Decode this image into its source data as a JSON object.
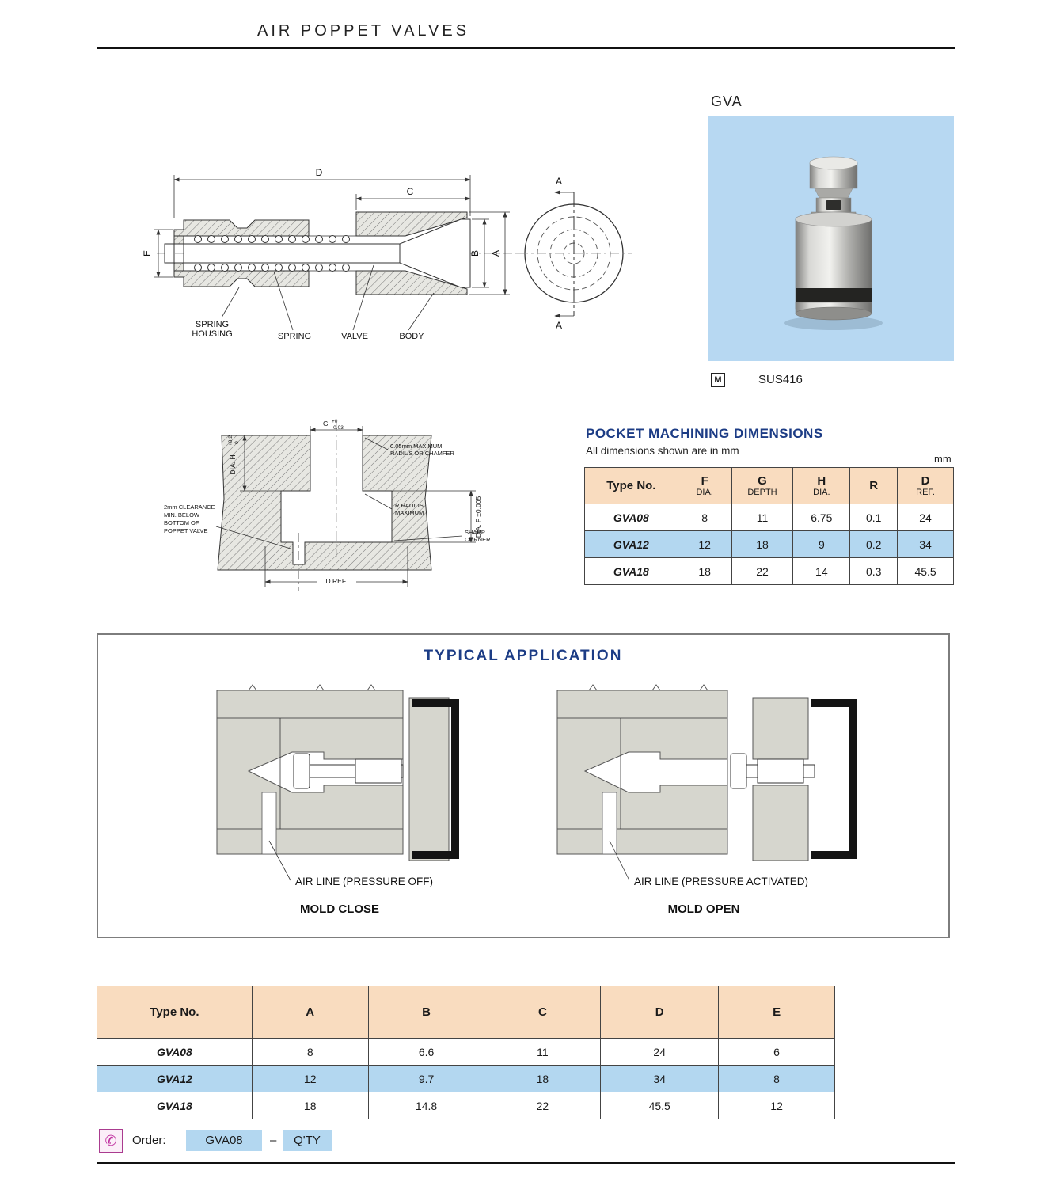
{
  "page": {
    "title": "AIR POPPET VALVES"
  },
  "product": {
    "code": "GVA",
    "material_mark": "M",
    "material": "SUS416"
  },
  "colors": {
    "table_header_bg": "#f9dcbf",
    "highlight_row_bg": "#b3d7f0",
    "photo_bg": "#b7d8f2",
    "heading_blue": "#1c3c85",
    "order_accent": "#bf2f9f"
  },
  "valve_drawing": {
    "dim_d": "D",
    "dim_c": "C",
    "dim_e": "E",
    "dim_b": "B",
    "dim_a": "A",
    "section_a": "A",
    "label_spring_housing_1": "SPRING",
    "label_spring_housing_2": "HOUSING",
    "label_spring": "SPRING",
    "label_valve": "VALVE",
    "label_body": "BODY"
  },
  "pocket_drawing": {
    "g_label": "G",
    "g_upper": "+0",
    "g_lower": "-0.03",
    "chamfer_1": "0.05mm MAXIMUM",
    "chamfer_2": "RADIUS OR CHAMFER",
    "dia_h": "DIA. H",
    "dia_h_upper": "+0.2",
    "dia_h_lower": "-0",
    "radius_1": "R RADIUS",
    "radius_2": "MAXIMUM",
    "dia_f": "DIA. F ±0.005",
    "clearance_1": "2mm CLEARANCE",
    "clearance_2": "MIN. BELOW",
    "clearance_3": "BOTTOM OF",
    "clearance_4": "POPPET VALVE",
    "sharp_1": "SHARP",
    "sharp_2": "CORNER",
    "d_ref": "D REF."
  },
  "pocket_table": {
    "title": "POCKET MACHINING DIMENSIONS",
    "subtitle": "All dimensions shown are in mm",
    "unit": "mm",
    "col0": "Type No.",
    "cols": [
      {
        "main": "F",
        "sub": "DIA."
      },
      {
        "main": "G",
        "sub": "DEPTH"
      },
      {
        "main": "H",
        "sub": "DIA."
      },
      {
        "main": "R",
        "sub": ""
      },
      {
        "main": "D",
        "sub": "REF."
      }
    ],
    "rows": [
      {
        "type": "GVA08",
        "f": "8",
        "g": "11",
        "h": "6.75",
        "r": "0.1",
        "d": "24"
      },
      {
        "type": "GVA12",
        "f": "12",
        "g": "18",
        "h": "9",
        "r": "0.2",
        "d": "34"
      },
      {
        "type": "GVA18",
        "f": "18",
        "g": "22",
        "h": "14",
        "r": "0.3",
        "d": "45.5"
      }
    ]
  },
  "application": {
    "title": "TYPICAL APPLICATION",
    "left": {
      "caption": "MOLD CLOSE",
      "air_label": "AIR LINE (PRESSURE OFF)"
    },
    "right": {
      "caption": "MOLD OPEN",
      "air_label": "AIR LINE (PRESSURE ACTIVATED)"
    }
  },
  "spec_table": {
    "headers": [
      "Type No.",
      "A",
      "B",
      "C",
      "D",
      "E"
    ],
    "rows": [
      {
        "type": "GVA08",
        "a": "8",
        "b": "6.6",
        "c": "11",
        "d": "24",
        "e": "6"
      },
      {
        "type": "GVA12",
        "a": "12",
        "b": "9.7",
        "c": "18",
        "d": "34",
        "e": "8"
      },
      {
        "type": "GVA18",
        "a": "18",
        "b": "14.8",
        "c": "22",
        "d": "45.5",
        "e": "12"
      }
    ]
  },
  "order": {
    "label": "Order:",
    "part": "GVA08",
    "separator": "–",
    "qty": "Q'TY"
  }
}
